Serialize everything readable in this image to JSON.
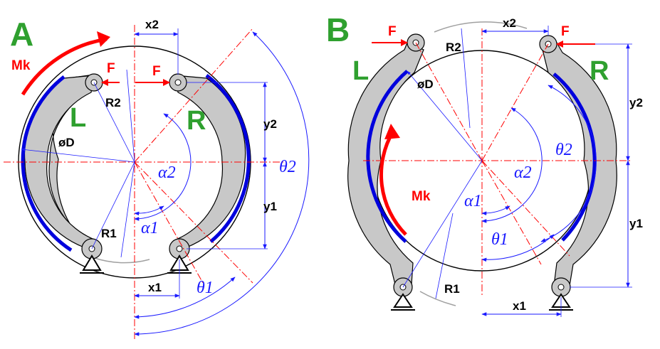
{
  "panels": [
    {
      "id": "A",
      "title": "A",
      "shoe_left": "L",
      "shoe_right": "R",
      "moment": "Mk",
      "force_left": "F",
      "force_right": "F",
      "labels": {
        "x1": "x1",
        "x2": "x2",
        "y1": "y1",
        "y2": "y2",
        "R1": "R1",
        "R2": "R2",
        "D": "øD",
        "alpha1": "α1",
        "alpha2": "α2",
        "theta1": "θ1",
        "theta2": "θ2"
      }
    },
    {
      "id": "B",
      "title": "B",
      "shoe_left": "L",
      "shoe_right": "R",
      "moment": "Mk",
      "force_left": "F",
      "force_right": "F",
      "labels": {
        "x1": "x1",
        "x2": "x2",
        "y1": "y1",
        "y2": "y2",
        "R1": "R1",
        "R2": "R2",
        "D": "øD",
        "alpha1": "α1",
        "alpha2": "α2",
        "theta1": "θ1",
        "theta2": "θ2"
      }
    }
  ],
  "colors": {
    "title": "#2fa02f",
    "shoe_letter": "#2fa02f",
    "force": "#ff0000",
    "dimension": "#1a1aff",
    "lining": "#0000dd",
    "shoe_fill": "#c8c8c8"
  }
}
